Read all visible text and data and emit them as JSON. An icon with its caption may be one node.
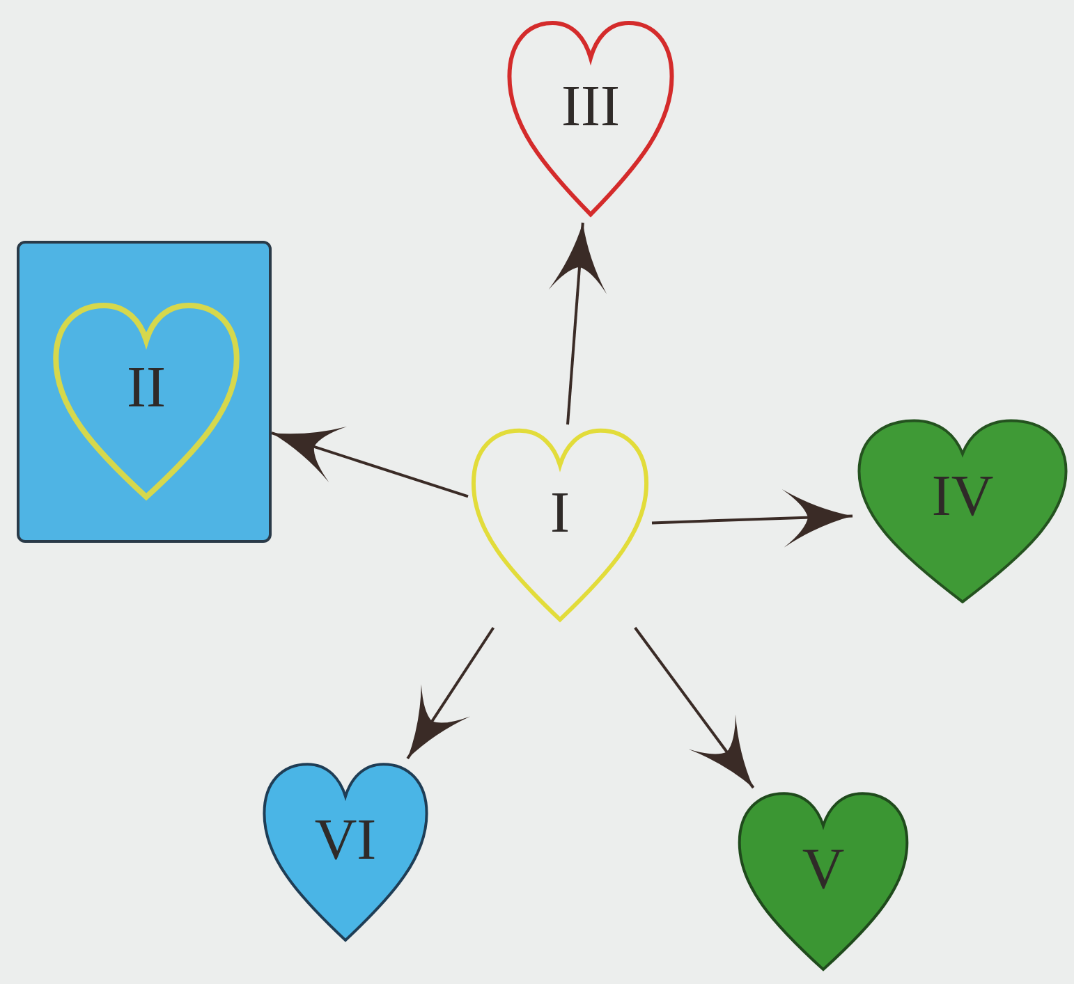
{
  "diagram": {
    "nodes": [
      {
        "text": [
          "III"
        ]
      },
      {
        "text": [],
        "shape": "box"
      },
      {
        "text": [
          "II"
        ],
        "in": 1
      },
      {
        "text": [
          "I"
        ]
      },
      {
        "text": [
          "IV"
        ]
      },
      {
        "text": [
          "VI"
        ]
      },
      {
        "text": [
          "V"
        ]
      }
    ],
    "edges": [
      {
        "from": 3,
        "to": 0,
        "arrow": "to"
      },
      {
        "from": 3,
        "to": 1,
        "arrow": "to"
      },
      {
        "from": 3,
        "to": 4,
        "arrow": "to"
      },
      {
        "from": 3,
        "to": 6,
        "arrow": "to"
      },
      {
        "from": 3,
        "to": 5,
        "arrow": "to"
      }
    ]
  }
}
